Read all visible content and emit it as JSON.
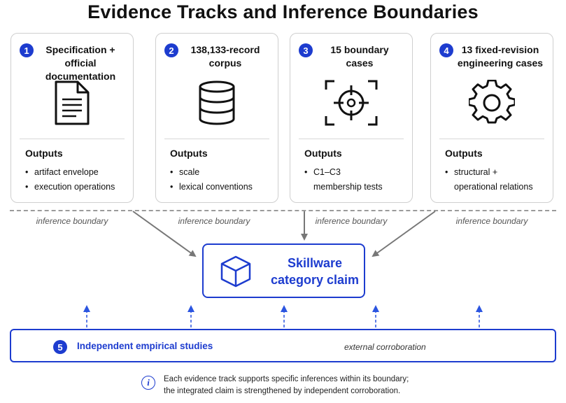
{
  "title": "Evidence Tracks and Inference Boundaries",
  "tracks": [
    {
      "number": "1",
      "title_line1": "Specification +",
      "title_line2": "official documentation",
      "icon": "document-icon",
      "outputs_label": "Outputs",
      "outputs": [
        "artifact envelope",
        "execution operations"
      ]
    },
    {
      "number": "2",
      "title_line1": "138,133-record",
      "title_line2": "corpus",
      "icon": "database-icon",
      "outputs_label": "Outputs",
      "outputs": [
        "scale",
        "lexical conventions"
      ]
    },
    {
      "number": "3",
      "title_line1": "15 boundary",
      "title_line2": "cases",
      "icon": "target-icon",
      "outputs_label": "Outputs",
      "outputs": [
        "C1–C3",
        "membership tests"
      ]
    },
    {
      "number": "4",
      "title_line1": "13 fixed-revision",
      "title_line2": "engineering cases",
      "icon": "gear-icon",
      "outputs_label": "Outputs",
      "outputs": [
        "structural +",
        "operational relations"
      ]
    }
  ],
  "boundary_label": "inference boundary",
  "claim": {
    "line1": "Skillware",
    "line2": "category claim",
    "icon": "cube-icon"
  },
  "studies": {
    "number": "5",
    "label": "Independent empirical studies",
    "note": "external corroboration"
  },
  "footnote": {
    "line1": "Each evidence track supports specific inferences within its boundary;",
    "line2": "the integrated claim is strengthened by independent corroboration.",
    "icon": "info-icon"
  },
  "colors": {
    "accent": "#1d3ccf",
    "border": "#cfcfcf",
    "arrow": "#777777",
    "dashed": "#9a9a9a"
  }
}
